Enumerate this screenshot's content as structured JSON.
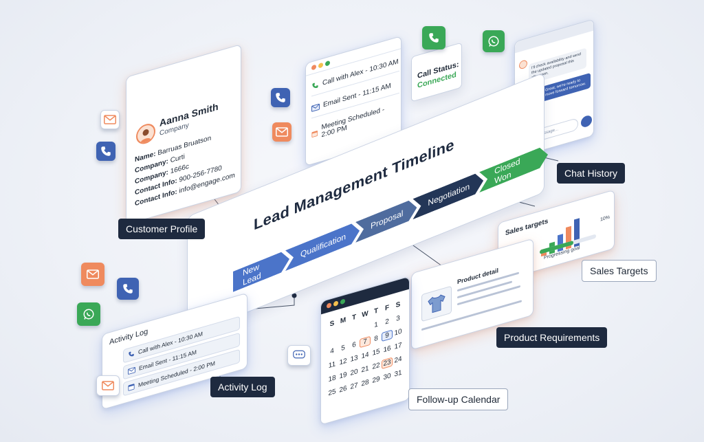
{
  "timeline": {
    "title": "Lead Management Timeline",
    "stages": [
      {
        "label": "New Lead"
      },
      {
        "label": "Qualification"
      },
      {
        "label": "Proposal"
      },
      {
        "label": "Negotiation"
      },
      {
        "label": "Closed Won"
      }
    ]
  },
  "profile": {
    "name": "Aanna Smith",
    "company_sub": "Company",
    "rows": [
      {
        "key": "Name:",
        "value": "Barruas Bruatson"
      },
      {
        "key": "Company:",
        "value": "Curti"
      },
      {
        "key": "Company:",
        "value": "1666c"
      },
      {
        "key": "Contact Info:",
        "value": "900-256-7780"
      },
      {
        "key": "Contact Info:",
        "value": "info@engage.com"
      }
    ]
  },
  "calls": {
    "items": [
      {
        "text": "Call with Alex - 10:30 AM"
      },
      {
        "text": "Email Sent - 11:15 AM"
      },
      {
        "text": "Meeting Scheduled - 2:00 PM"
      }
    ]
  },
  "call_status": {
    "title": "Call Status:",
    "value": "Connected"
  },
  "chat": {
    "incoming": "I'll check availability and send the updated proposal this afternoon.",
    "outgoing": "Great, we're ready to move forward tomorrow.",
    "input_placeholder": "Send a message..."
  },
  "sales": {
    "title": "Sales targets",
    "percent": "10%",
    "progress_label": "Progressing goal"
  },
  "product": {
    "title": "Product detail"
  },
  "activity": {
    "title": "Activity Log",
    "items": [
      {
        "text": "Call with Alex - 10:30 AM"
      },
      {
        "text": "Email Sent - 11:15 AM"
      },
      {
        "text": "Meeting Scheduled - 2:00 PM"
      }
    ]
  },
  "calendar": {
    "weekdays": [
      "S",
      "M",
      "T",
      "W",
      "T",
      "F",
      "S"
    ],
    "days": [
      "",
      "",
      "",
      "",
      "1",
      "2",
      "3",
      "4",
      "5",
      "6",
      "7",
      "8",
      "9",
      "10",
      "11",
      "12",
      "13",
      "14",
      "15",
      "16",
      "17",
      "18",
      "19",
      "20",
      "21",
      "22",
      "23",
      "24",
      "25",
      "26",
      "27",
      "28",
      "29",
      "30",
      "31"
    ]
  },
  "labels": {
    "customer_profile": "Customer Profile",
    "chat_history": "Chat History",
    "sales_targets": "Sales Targets",
    "product_requirements": "Product Requirements",
    "activity_log": "Activity Log",
    "followup_calendar": "Follow-up Calendar"
  },
  "colors": {
    "brand_blue": "#3f63b3",
    "accent_orange": "#ef8a5e",
    "success_green": "#3aa857",
    "navy": "#1e2a3f"
  }
}
